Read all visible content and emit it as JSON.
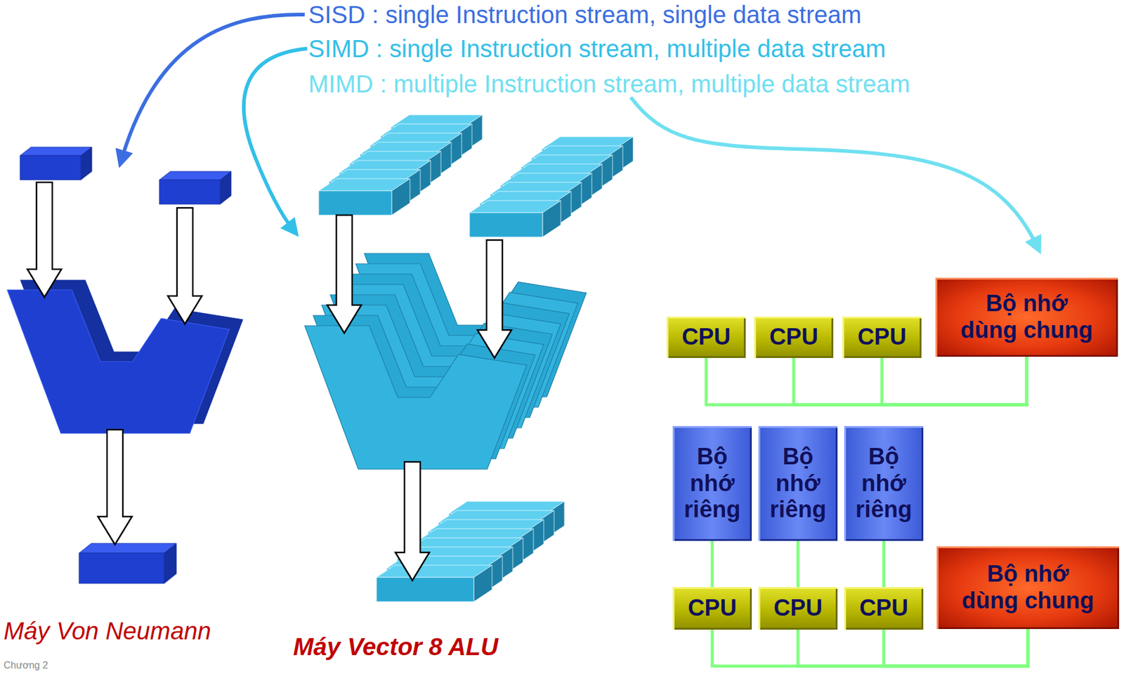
{
  "diagram": {
    "nodes": [
      {
        "text": [
          "CPU"
        ]
      },
      {
        "text": [
          "CPU"
        ]
      },
      {
        "text": [
          "CPU"
        ]
      },
      {
        "text": [
          "Bộ nhớ dùng chung"
        ]
      },
      {
        "text": [
          "Bộ nhớ riêng"
        ]
      },
      {
        "text": [
          "Bộ nhớ riêng"
        ]
      },
      {
        "text": [
          "Bộ nhớ riêng"
        ]
      },
      {
        "text": [
          "CPU"
        ]
      },
      {
        "text": [
          "CPU"
        ]
      },
      {
        "text": [
          "CPU"
        ]
      },
      {
        "text": [
          "Bộ nhớ dùng chung"
        ]
      }
    ],
    "edges": [
      {
        "from": 0,
        "to": 3,
        "arrow": "none"
      },
      {
        "from": 1,
        "to": 3,
        "arrow": "none"
      },
      {
        "from": 2,
        "to": 3,
        "arrow": "none"
      },
      {
        "from": 4,
        "to": 7,
        "arrow": "none"
      },
      {
        "from": 5,
        "to": 8,
        "arrow": "none"
      },
      {
        "from": 6,
        "to": 9,
        "arrow": "none"
      },
      {
        "from": 7,
        "to": 10,
        "arrow": "none"
      },
      {
        "from": 8,
        "to": 10,
        "arrow": "none"
      },
      {
        "from": 9,
        "to": 10,
        "arrow": "none"
      }
    ],
    "labels": [
      "SISD : single Instruction stream, single data stream",
      "SIMD : single Instruction stream, multiple data stream",
      "MIMD : multiple Instruction stream, multiple data stream",
      "Máy Von Neumann",
      "Máy Vector 8 ALU",
      "Chương 2"
    ]
  }
}
